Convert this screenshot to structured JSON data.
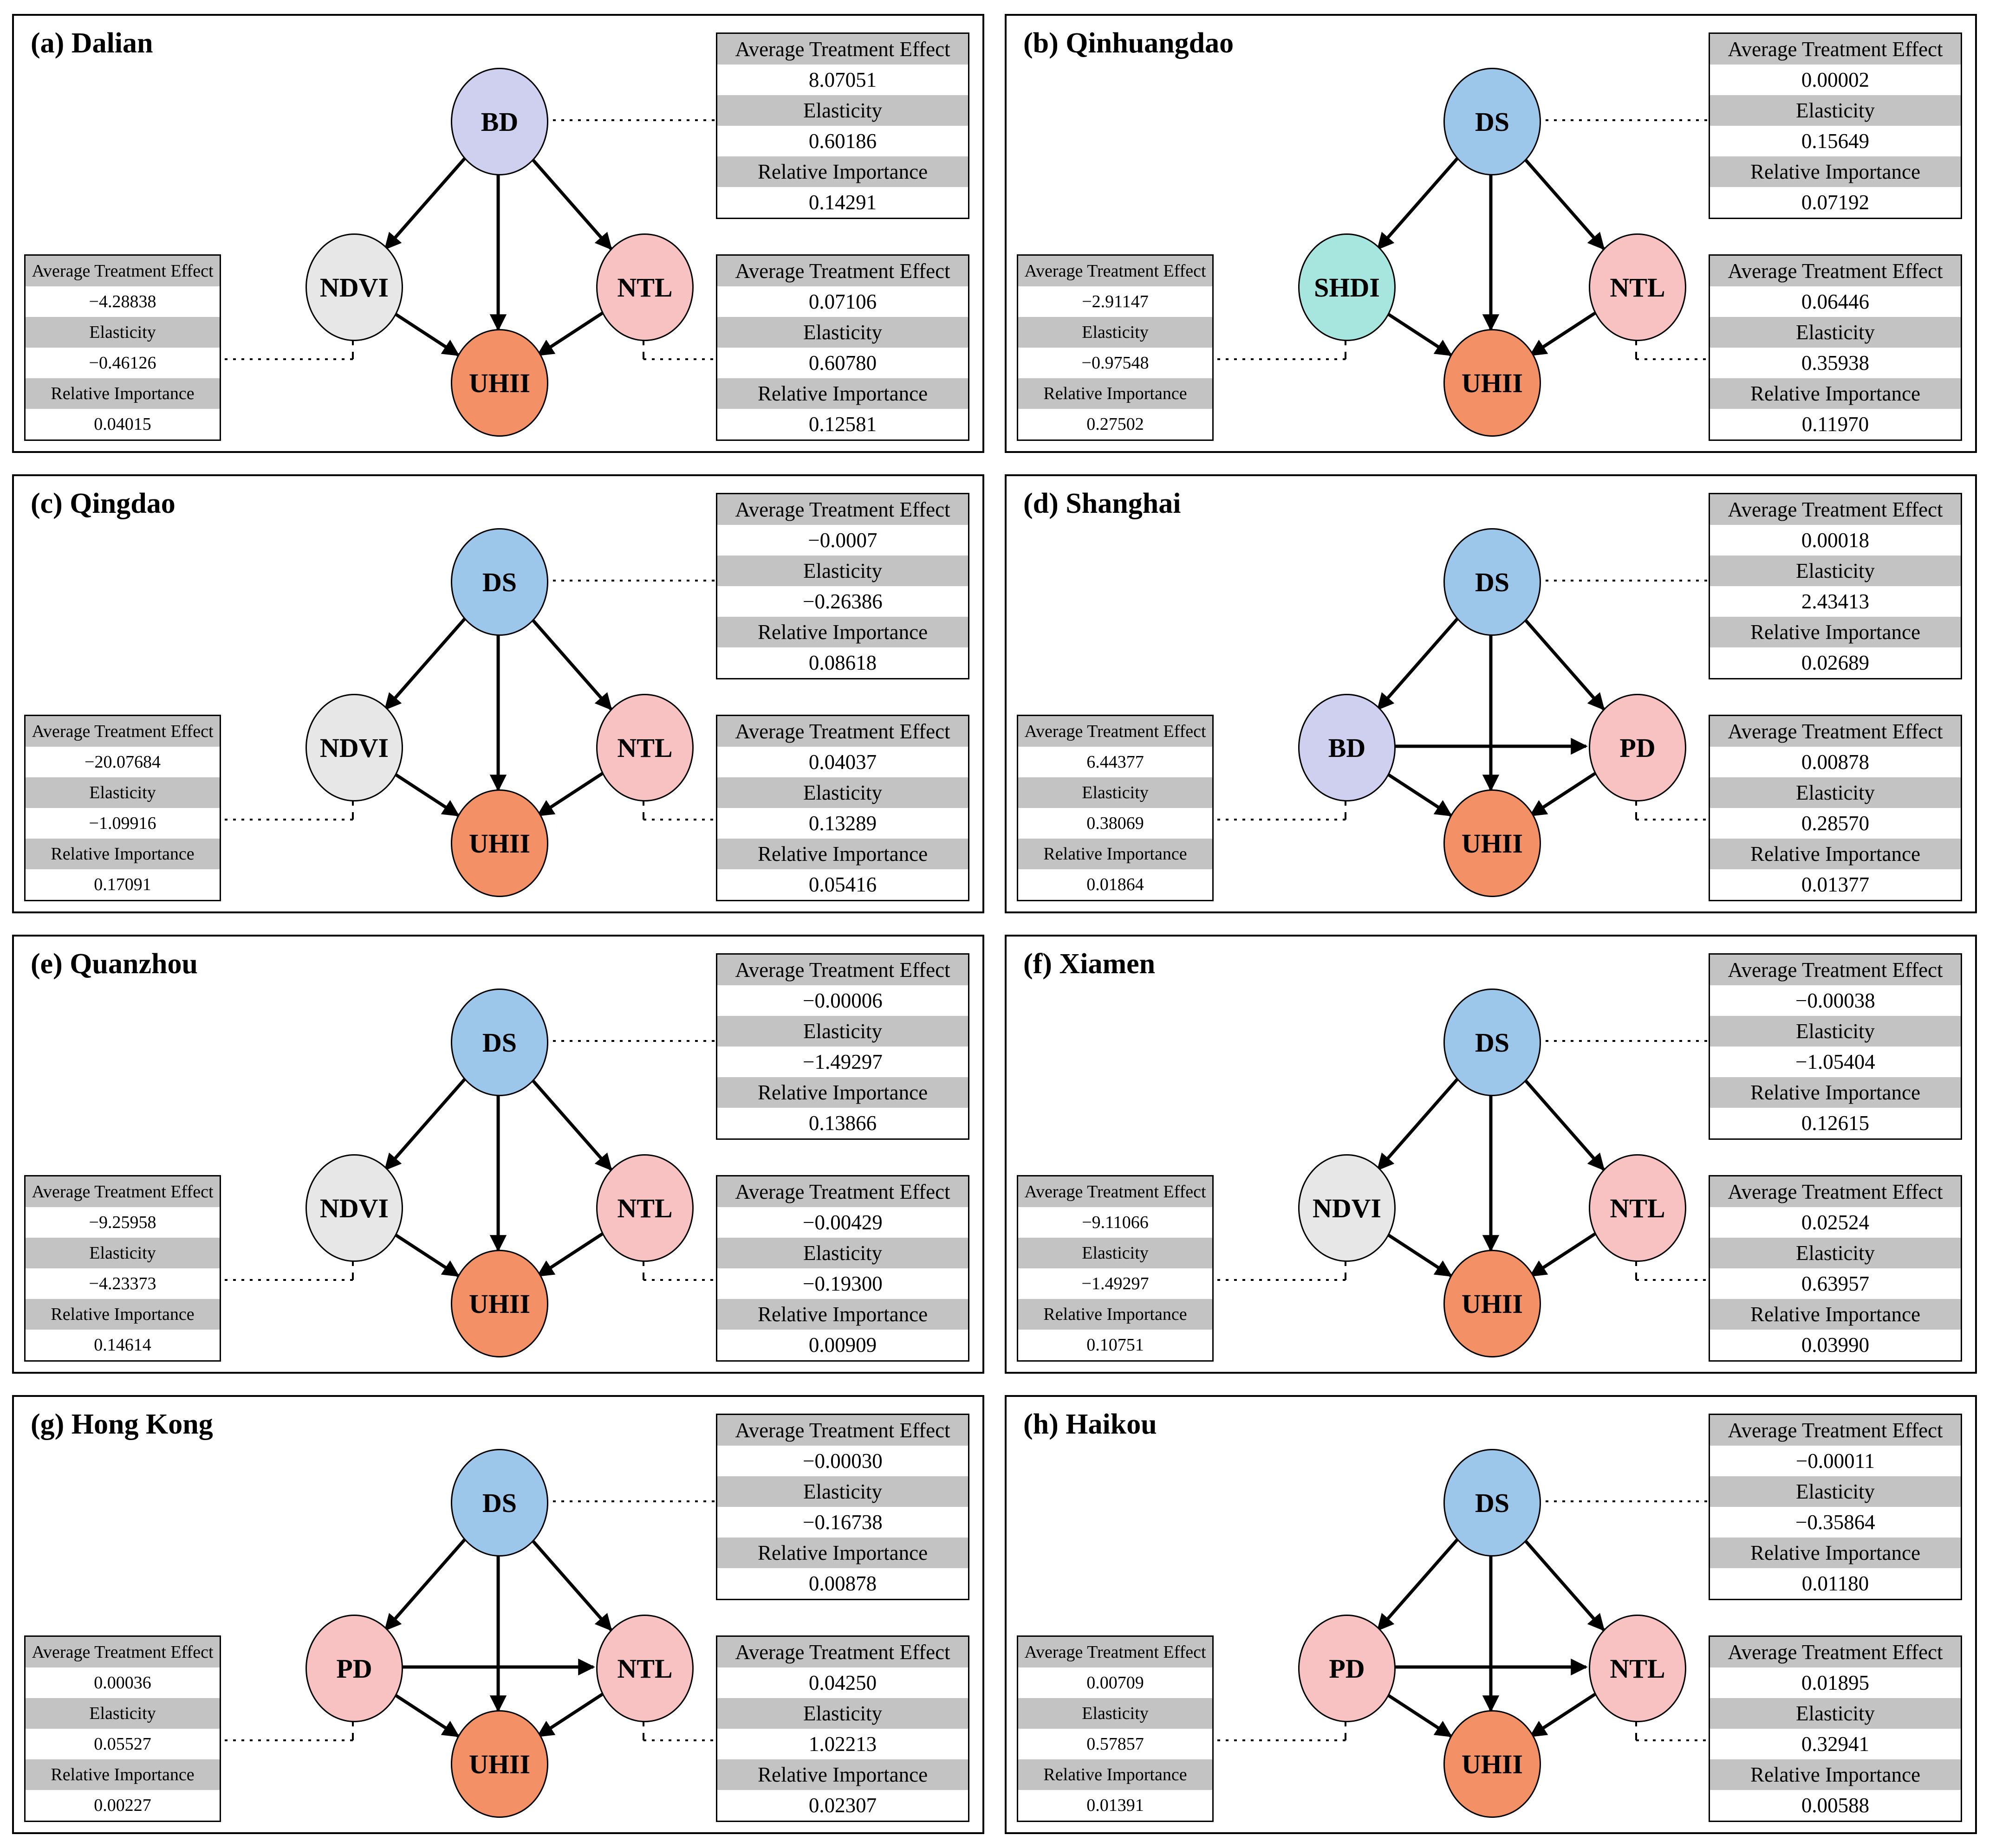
{
  "table_labels": {
    "ate": "Average Treatment Effect",
    "el": "Elasticity",
    "ri": "Relative Importance"
  },
  "colors": {
    "ds_blue": "#9CC7EA",
    "bd_lavender": "#CFCFEF",
    "ndvi_gray": "#E7E7E7",
    "shdi_teal": "#A6E6DE",
    "pink": "#F9C2C2",
    "uhii_orange": "#F49066",
    "table_header_gray": "#C3C3C3"
  },
  "panels": [
    {
      "id": "a",
      "title": "(a) Dalian",
      "horizontal_arrow": false,
      "nodes": {
        "top": {
          "label": "BD",
          "color": "#CFCFEF"
        },
        "left": {
          "label": "NDVI",
          "color": "#E7E7E7"
        },
        "right": {
          "label": "NTL",
          "color": "#F9C2C2"
        },
        "bottom": {
          "label": "UHII",
          "color": "#F49066"
        }
      },
      "tables": {
        "top": [
          "8.07051",
          "0.60186",
          "0.14291"
        ],
        "left": [
          "−4.28838",
          "−0.46126",
          "0.04015"
        ],
        "right": [
          "0.07106",
          "0.60780",
          "0.12581"
        ]
      }
    },
    {
      "id": "b",
      "title": "(b) Qinhuangdao",
      "horizontal_arrow": false,
      "nodes": {
        "top": {
          "label": "DS",
          "color": "#9CC7EA"
        },
        "left": {
          "label": "SHDI",
          "color": "#A6E6DE"
        },
        "right": {
          "label": "NTL",
          "color": "#F9C2C2"
        },
        "bottom": {
          "label": "UHII",
          "color": "#F49066"
        }
      },
      "tables": {
        "top": [
          "0.00002",
          "0.15649",
          "0.07192"
        ],
        "left": [
          "−2.91147",
          "−0.97548",
          "0.27502"
        ],
        "right": [
          "0.06446",
          "0.35938",
          "0.11970"
        ]
      }
    },
    {
      "id": "c",
      "title": "(c) Qingdao",
      "horizontal_arrow": false,
      "nodes": {
        "top": {
          "label": "DS",
          "color": "#9CC7EA"
        },
        "left": {
          "label": "NDVI",
          "color": "#E7E7E7"
        },
        "right": {
          "label": "NTL",
          "color": "#F9C2C2"
        },
        "bottom": {
          "label": "UHII",
          "color": "#F49066"
        }
      },
      "tables": {
        "top": [
          "−0.0007",
          "−0.26386",
          "0.08618"
        ],
        "left": [
          "−20.07684",
          "−1.09916",
          "0.17091"
        ],
        "right": [
          "0.04037",
          "0.13289",
          "0.05416"
        ]
      }
    },
    {
      "id": "d",
      "title": "(d) Shanghai",
      "horizontal_arrow": true,
      "nodes": {
        "top": {
          "label": "DS",
          "color": "#9CC7EA"
        },
        "left": {
          "label": "BD",
          "color": "#CFCFEF"
        },
        "right": {
          "label": "PD",
          "color": "#F9C2C2"
        },
        "bottom": {
          "label": "UHII",
          "color": "#F49066"
        }
      },
      "tables": {
        "top": [
          "0.00018",
          "2.43413",
          "0.02689"
        ],
        "left": [
          "6.44377",
          "0.38069",
          "0.01864"
        ],
        "right": [
          "0.00878",
          "0.28570",
          "0.01377"
        ]
      }
    },
    {
      "id": "e",
      "title": "(e) Quanzhou",
      "horizontal_arrow": false,
      "nodes": {
        "top": {
          "label": "DS",
          "color": "#9CC7EA"
        },
        "left": {
          "label": "NDVI",
          "color": "#E7E7E7"
        },
        "right": {
          "label": "NTL",
          "color": "#F9C2C2"
        },
        "bottom": {
          "label": "UHII",
          "color": "#F49066"
        }
      },
      "tables": {
        "top": [
          "−0.00006",
          "−1.49297",
          "0.13866"
        ],
        "left": [
          "−9.25958",
          "−4.23373",
          "0.14614"
        ],
        "right": [
          "−0.00429",
          "−0.19300",
          "0.00909"
        ]
      }
    },
    {
      "id": "f",
      "title": "(f) Xiamen",
      "horizontal_arrow": false,
      "nodes": {
        "top": {
          "label": "DS",
          "color": "#9CC7EA"
        },
        "left": {
          "label": "NDVI",
          "color": "#E7E7E7"
        },
        "right": {
          "label": "NTL",
          "color": "#F9C2C2"
        },
        "bottom": {
          "label": "UHII",
          "color": "#F49066"
        }
      },
      "tables": {
        "top": [
          "−0.00038",
          "−1.05404",
          "0.12615"
        ],
        "left": [
          "−9.11066",
          "−1.49297",
          "0.10751"
        ],
        "right": [
          "0.02524",
          "0.63957",
          "0.03990"
        ]
      }
    },
    {
      "id": "g",
      "title": "(g) Hong Kong",
      "horizontal_arrow": true,
      "nodes": {
        "top": {
          "label": "DS",
          "color": "#9CC7EA"
        },
        "left": {
          "label": "PD",
          "color": "#F9C2C2"
        },
        "right": {
          "label": "NTL",
          "color": "#F9C2C2"
        },
        "bottom": {
          "label": "UHII",
          "color": "#F49066"
        }
      },
      "tables": {
        "top": [
          "−0.00030",
          "−0.16738",
          "0.00878"
        ],
        "left": [
          "0.00036",
          "0.05527",
          "0.00227"
        ],
        "right": [
          "0.04250",
          "1.02213",
          "0.02307"
        ]
      }
    },
    {
      "id": "h",
      "title": "(h) Haikou",
      "horizontal_arrow": true,
      "nodes": {
        "top": {
          "label": "DS",
          "color": "#9CC7EA"
        },
        "left": {
          "label": "PD",
          "color": "#F9C2C2"
        },
        "right": {
          "label": "NTL",
          "color": "#F9C2C2"
        },
        "bottom": {
          "label": "UHII",
          "color": "#F49066"
        }
      },
      "tables": {
        "top": [
          "−0.00011",
          "−0.35864",
          "0.01180"
        ],
        "left": [
          "0.00709",
          "0.57857",
          "0.01391"
        ],
        "right": [
          "0.01895",
          "0.32941",
          "0.00588"
        ]
      }
    }
  ]
}
